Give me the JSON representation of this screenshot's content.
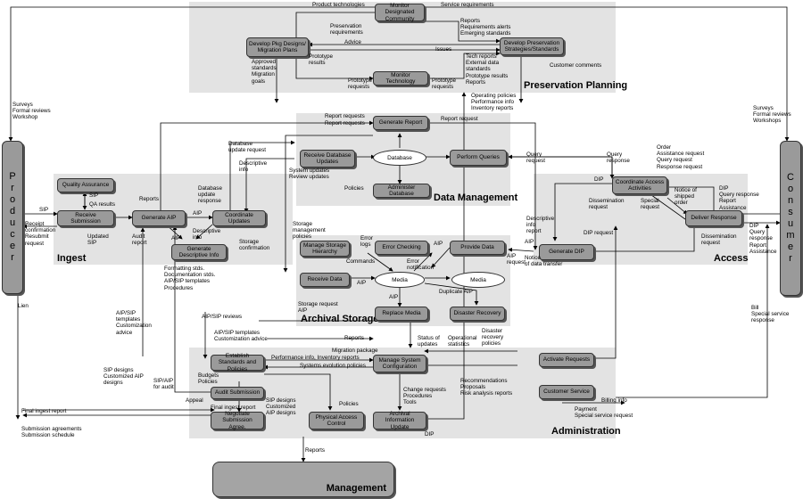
{
  "regions": {
    "preservation_planning": "Preservation Planning",
    "data_management": "Data Management",
    "ingest": "Ingest",
    "access": "Access",
    "archival_storage": "Archival Storage",
    "administration": "Administration"
  },
  "external": {
    "producer": "P\nr\no\nd\nu\nc\ne\nr",
    "consumer": "C\no\nn\ns\nu\nm\ne\nr",
    "management": "Management"
  },
  "functions": {
    "monitor_designated_community": "Monitor Designated Community",
    "develop_pkg_designs": "Develop Pkg Designs/ Migration Plans",
    "develop_preservation_strategies": "Develop Preservation Strategies/Standards",
    "monitor_technology": "Monitor Technology",
    "generate_report": "Generate Report",
    "receive_database_updates": "Receive Database Updates",
    "perform_queries": "Perform Queries",
    "administer_database": "Administer Database",
    "quality_assurance": "Quality Assurance",
    "receive_submission": "Receive Submission",
    "generate_aip": "Generate AIP",
    "coordinate_updates": "Coordinate Updates",
    "generate_descriptive_info": "Generate Descriptive Info",
    "coordinate_access_activities": "Coordinate Access Activities",
    "deliver_response": "Deliver Response",
    "generate_dip": "Generate DIP",
    "manage_storage_hierarchy": "Manage Storage Hierarchy",
    "error_checking": "Error Checking",
    "provide_data": "Provide Data",
    "receive_data": "Receive Data",
    "replace_media": "Replace Media",
    "disaster_recovery": "Disaster Recovery",
    "establish_standards": "Establish Standards and Policies",
    "manage_system_configuration": "Manage System Configuration",
    "activate_requests": "Activate Requests",
    "audit_submission": "Audit Submission",
    "customer_service": "Customer Service",
    "negotiate_submission": "Negotiate Submission Agree.",
    "physical_access_control": "Physical Access Control",
    "archival_information_update": "Archival Information Update"
  },
  "stores": {
    "database": "Database",
    "media_left": "Media",
    "media_right": "Media"
  },
  "flow_labels": {
    "product_technologies": "Product technologies",
    "service_requirements": "Service requirements",
    "preservation_requirements": "Preservation\nrequirements",
    "reports_alerts": "Reports\nRequirements alerts\nEmerging standards",
    "advice": "Advice",
    "issues": "Issues",
    "prototype_results": "Prototype\nresults",
    "tech_reports": "Tech reports\nExternal data\nstandards\nPrototype results\nReports",
    "approved_standards": "Approved\nstandards\nMigration\ngoals",
    "prototype_requests_left": "Prototype\nrequests",
    "prototype_requests_right": "Prototype\nrequests",
    "customer_comments": "Customer comments",
    "operating_policies": "Operating policies\nPerformance info\nInventory reports",
    "surveys_left": "Surveys\nFormal reviews\nWorkshop",
    "surveys_right": "Surveys\nFormal reviews\nWorkshops",
    "report_requests_1": "Report requests",
    "report_requests_2": "Report requests",
    "report_request": "Report request",
    "database_update_request": "Database\nupdate request",
    "descriptive_info_1": "Descriptive\ninfo",
    "system_updates": "System updates\nReview updates",
    "policies_dm": "Policies",
    "query_request": "Query\nrequest",
    "query_response": "Query\nresponse",
    "sip_in": "SIP",
    "receipt_confirmation": "Receipt\nconfirmation\nResubmit\nrequest",
    "sip_qa": "SIP",
    "qa_results": "QA results",
    "reports_ingest": "Reports",
    "aip_ingest": "AIP",
    "updated_sip": "Updated\nSIP",
    "audit_report": "Audit\nreport",
    "aip_desc": "AIP",
    "descriptive_info_2": "Descriptive\ninfo",
    "database_update_response": "Database\nupdate\nresponse",
    "storage_confirmation": "Storage\nconfirmation",
    "formatting_stds": "Formatting stds.\nDocumentation stds.\nAIP/SIP templates\nProcedures",
    "order_request": "Order\nAssistance request\nQuery request\nResponse request",
    "dip_access": "DIP",
    "dissemination_request_1": "Dissemination\nrequest",
    "special_request": "Special\nrequest",
    "notice_shipped": "Notice of\nshipped\norder",
    "dip_query_response": "DIP\nQuery response\nReport\nAssistance",
    "dip_query_response_out": "DIP\nQuery\nresponse\nReport\nAssistance",
    "descriptive_info_report": "Descriptive\ninfo\nreport",
    "dip_request": "DIP request",
    "dissemination_request_2": "Dissemination\nrequest",
    "aip_to_dip": "AIP",
    "aip_request": "AIP\nrequest",
    "notice_data_transfer": "Notice\nof data transfer",
    "storage_mgmt_policies": "Storage\nmanagement\npolicies",
    "error_logs": "Error\nlogs",
    "commands": "Commands",
    "error_notification": "Error\nnotification",
    "aip_provide": "AIP",
    "aip_receive": "AIP",
    "aip_replace": "AIP",
    "duplicate_aip": "Duplicate AIP",
    "storage_request_aip": "Storage request\nAIP",
    "aip_sip_reviews": "AIP/SIP reviews",
    "aip_sip_templates_1": "AIP/SIP\ntemplates\nCustomization\nadvice",
    "aip_sip_templates_2": "AIP/SIP templates\nCustomization advice",
    "reports_admin": "Reports",
    "migration_package": "Migration package",
    "performance_info": "Performance info, Inventory reports",
    "systems_evolution": "Systems evolution policies",
    "status_updates": "Status of\nupdates",
    "operational_statistics": "Operational\nstatistics",
    "disaster_recovery_policies": "Disaster\nrecovery\npolicies",
    "sip_designs_left": "SIP designs\nCustomized AIP\ndesigns",
    "sip_aip_audit": "SIP/AIP\nfor audit",
    "budgets_policies": "Budgets\nPolicies",
    "appeal": "Appeal",
    "final_ingest_report_inner": "Final ingest report",
    "sip_designs_right": "SIP designs\nCustomized\nAIP designs",
    "policies_admin": "Policies",
    "change_requests": "Change requests\nProcedures\nTools",
    "recommendations": "Recommendations\nProposals\nRisk analysis reports",
    "billing_info": "Billing info",
    "payment": "Payment\nSpecial service request",
    "dip_admin": "DIP",
    "lien": "Lien",
    "final_ingest_report": "Final ingest report",
    "submission_agreements": "Submission agreements\nSubmission schedule",
    "reports_mgmt": "Reports",
    "bill": "Bill\nSpecial service\nresponse"
  }
}
